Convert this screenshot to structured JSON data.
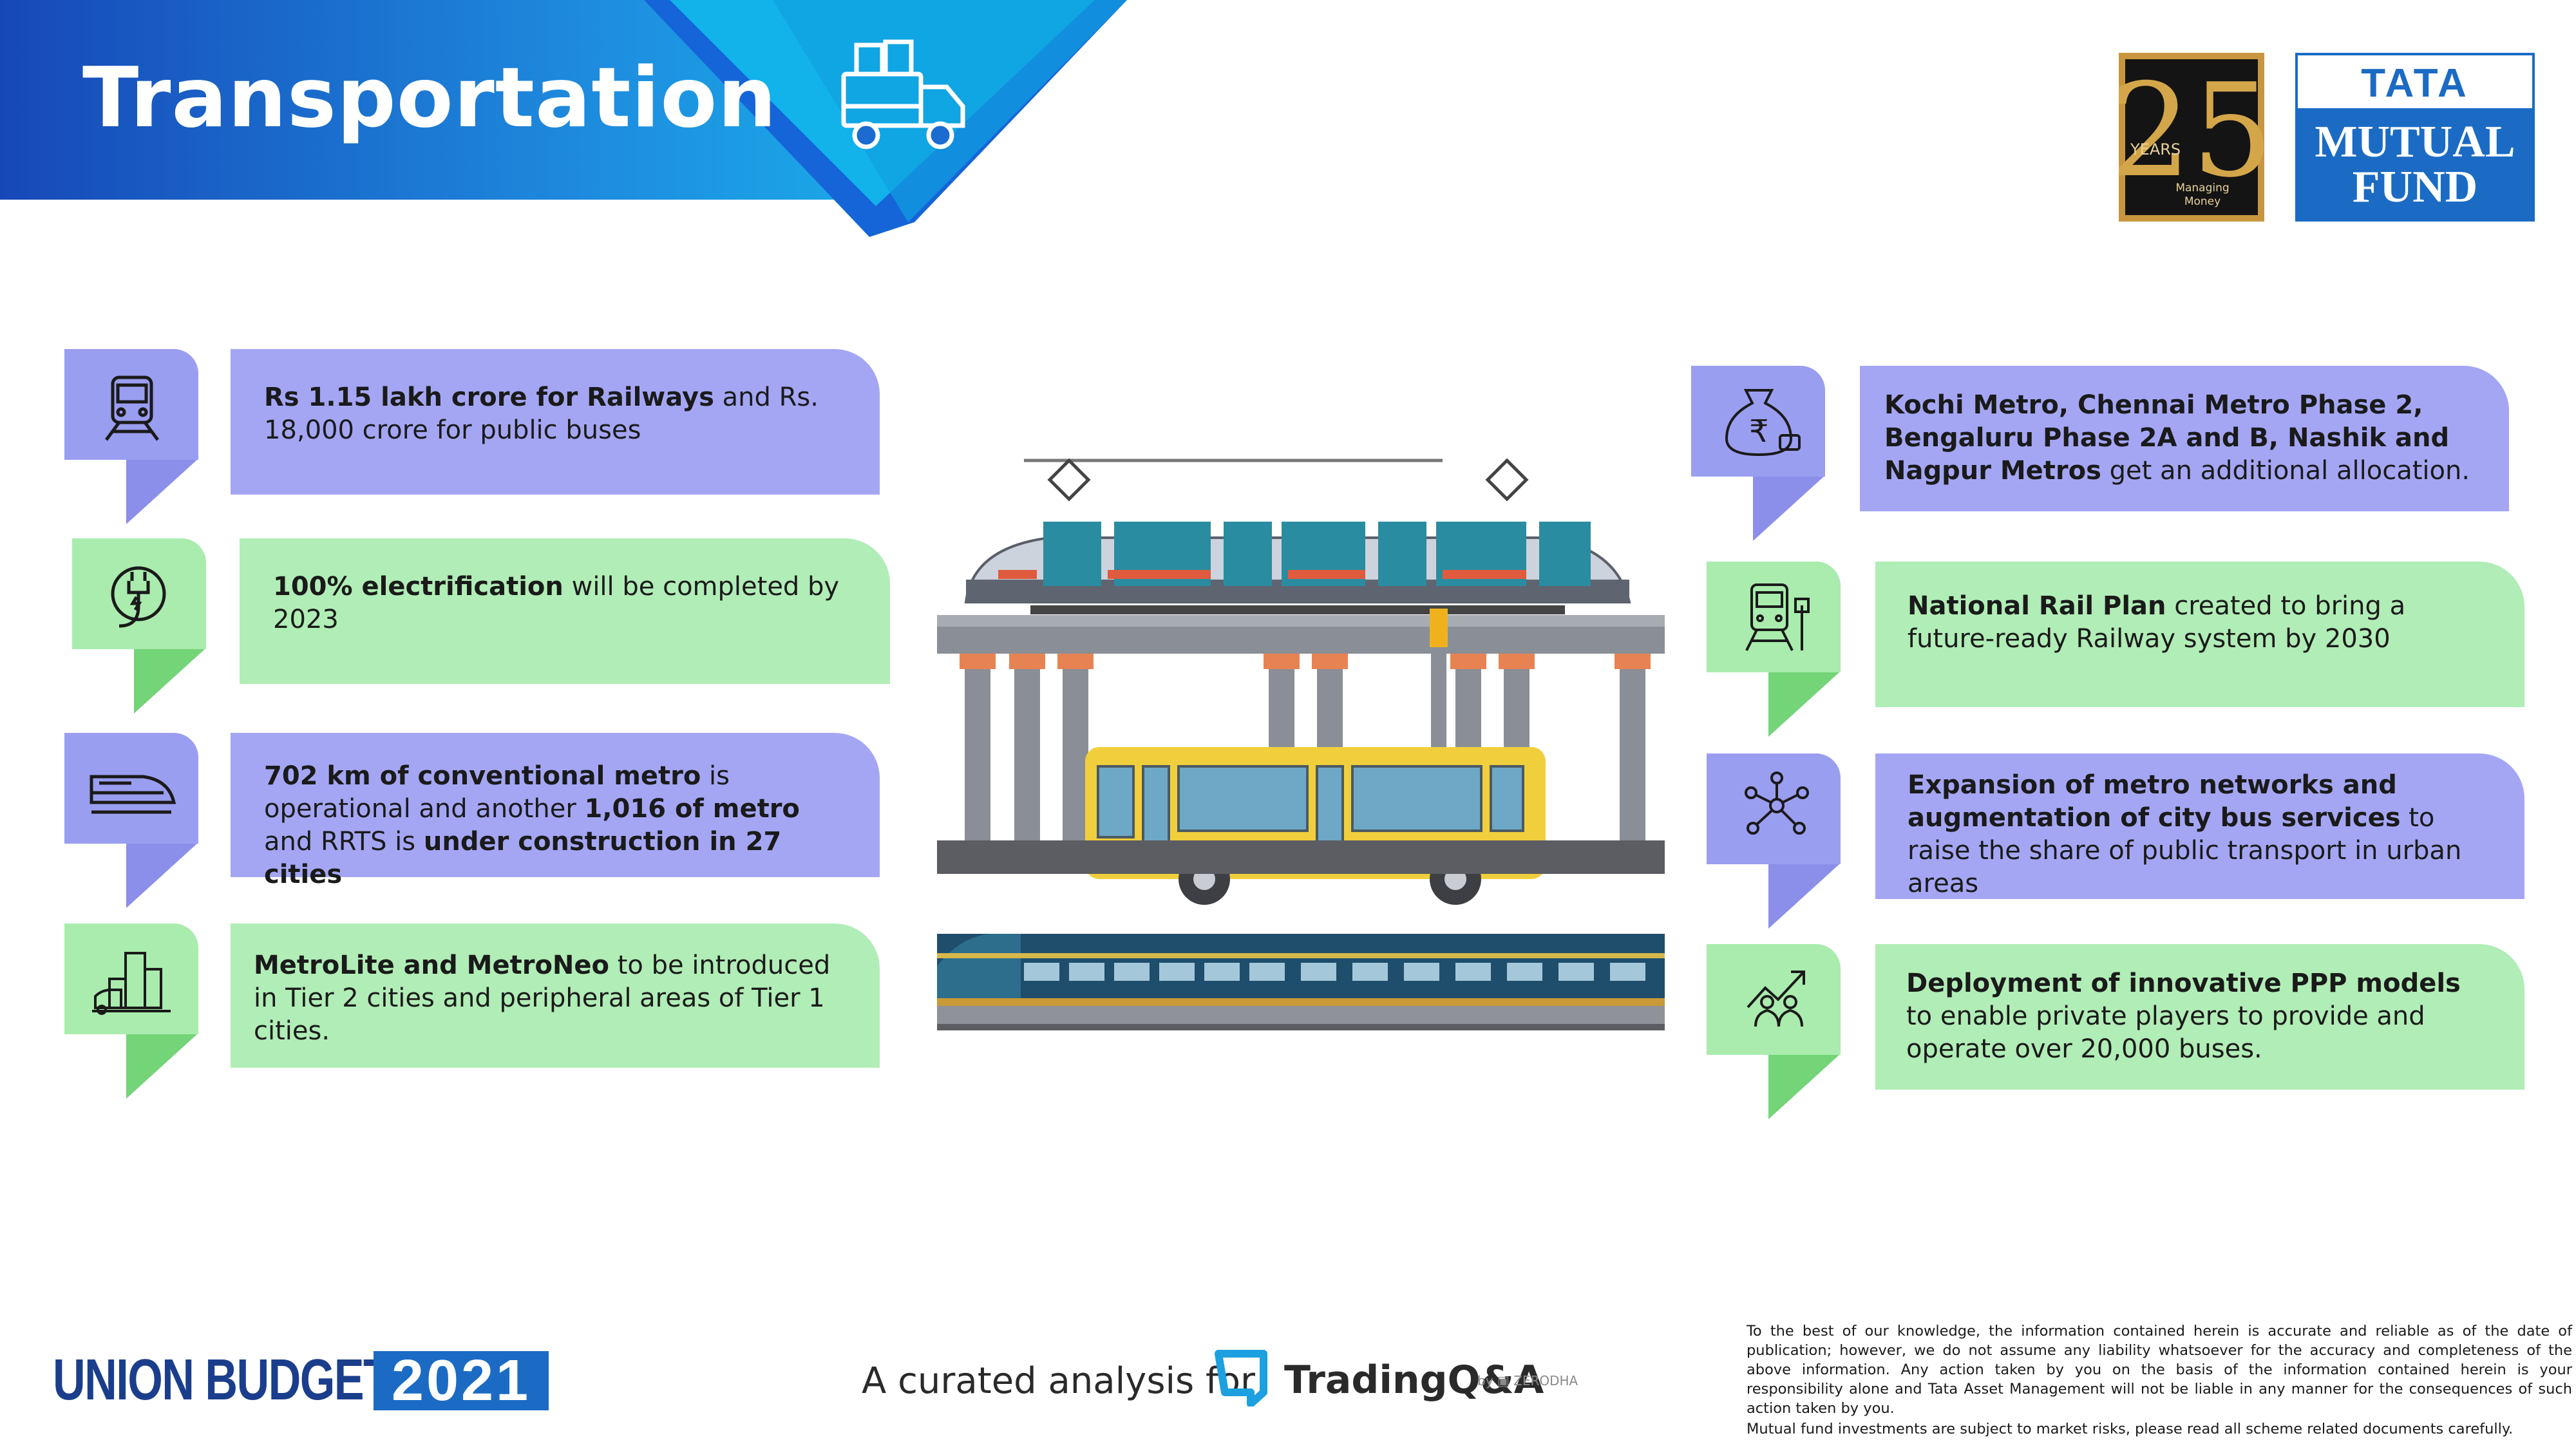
{
  "header": {
    "title": "Transportation",
    "icon": "delivery-truck-icon"
  },
  "logos": {
    "anniversary": {
      "number": "25",
      "line1": "YEARS",
      "line2": "Managing",
      "line3": "Money"
    },
    "tata": {
      "brand": "TATA",
      "line1": "MUTUAL",
      "line2": "FUND"
    }
  },
  "cards_left": [
    {
      "icon": "train-icon",
      "bold1": "Rs 1.15 lakh crore for Railways",
      "text1": " and Rs. 18,000 crore for public buses",
      "bold2": "",
      "text2": "",
      "bold3": "",
      "color": "purple"
    },
    {
      "icon": "electric-plug-icon",
      "bold1": "100% electrification",
      "text1": " will be completed by 2023",
      "bold2": "",
      "text2": "",
      "bold3": "",
      "color": "green"
    },
    {
      "icon": "bullet-train-icon",
      "bold1": "702 km of conventional metro",
      "text1": " is operational and another ",
      "bold2": "1,016 of metro",
      "text2": " and RRTS is ",
      "bold3": "under construction in 27 cities",
      "color": "purple"
    },
    {
      "icon": "city-buildings-icon",
      "bold1": "MetroLite and MetroNeo",
      "text1": " to be introduced in Tier 2 cities and peripheral areas of Tier 1 cities.",
      "bold2": "",
      "text2": "",
      "bold3": "",
      "color": "green"
    }
  ],
  "cards_right": [
    {
      "icon": "money-bag-icon",
      "bold1": "Kochi Metro, Chennai Metro Phase 2, Bengaluru Phase 2A and B, Nashik and Nagpur Metros",
      "text1": " get an additional allocation.",
      "color": "purple"
    },
    {
      "icon": "railway-signal-icon",
      "bold1": "National Rail Plan",
      "text1": " created to bring a future-ready Railway system by 2030",
      "color": "green"
    },
    {
      "icon": "network-nodes-icon",
      "bold1": " Expansion of metro networks and augmentation of city bus services",
      "text1": " to raise the share of public transport in urban areas",
      "color": "purple"
    },
    {
      "icon": "growth-chart-icon",
      "bold1": "Deployment of innovative PPP models",
      "text1": " to enable private players to provide and operate over 20,000 buses.",
      "color": "green"
    }
  ],
  "colors": {
    "header_blue": "#1a5fc8",
    "header_cyan": "#19b4ec",
    "card_purple": "#a4a6f4",
    "card_green": "#b1edb6",
    "tab_purple": "#9a9ef0",
    "tab_green": "#a9ecad",
    "brand_blue": "#1b6bc4"
  },
  "footer": {
    "union_budget": "UNION BUDGET",
    "year": "2021",
    "curated": "A curated analysis for",
    "tradingqa": "TradingQ&A",
    "by": "by ▣ ZERODHA",
    "disclaimer": "To the best of our knowledge, the information contained herein is accurate and reliable as of the date of publication; however, we do not assume any liability whatsoever for the accuracy and completeness of the above information. Any action taken by you on the basis of the information contained herein is your responsibility alone and Tata Asset Management will not be liable in any manner for the consequences of such action taken by you.",
    "disclaimer2": "Mutual fund investments are subject to market risks, please read all scheme related documents carefully."
  }
}
